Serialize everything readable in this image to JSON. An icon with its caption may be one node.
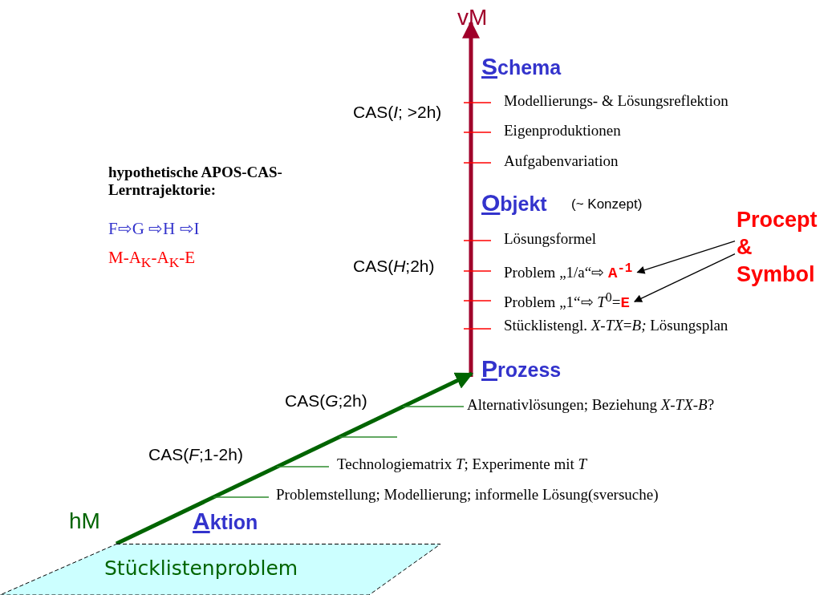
{
  "diagram": {
    "nodes": [
      {
        "text": [
          "Stücklistenproblem"
        ]
      },
      {
        "text": [
          "Procept & Symbol"
        ]
      },
      {
        "text": [
          "Problem „1/a“⇨ **A**$^{-1}$"
        ]
      },
      {
        "text": [
          "Problem „1“⇨ *T*$^{0}$=**E**"
        ]
      }
    ],
    "edges": [
      {
        "from": 1,
        "to": 2,
        "arrow": "to"
      },
      {
        "from": 1,
        "to": 3,
        "arrow": "to"
      }
    ],
    "labels": [
      "vM",
      "Schema",
      "Modellierungs- & Lösungsreflektion",
      "CAS(*I*; >2h)",
      "Eigenproduktionen",
      "Aufgabenvariation",
      "hypothetische APOS-CAS-Lerntrajektorie:",
      "F⇨G ⇨H ⇨I",
      "M-A$_{K}$-A$_{K}$-E",
      "Objekt",
      "(~ Konzept)",
      "Lösungsformel",
      "CAS(*H*;2h)",
      "Stücklistengl. *X-TX*=*B;* Lösungsplan",
      "Prozess",
      "CAS(*G*;2h)",
      "Alternativlösungen; Beziehung *X-TX-B*?",
      "CAS(*F*;1-2h)",
      "Technologiematrix *T*; Experimente mit *T*",
      "Problemstellung; Modellierung; informelle Lösung(sversuche)",
      "hM",
      "Aktion"
    ]
  }
}
